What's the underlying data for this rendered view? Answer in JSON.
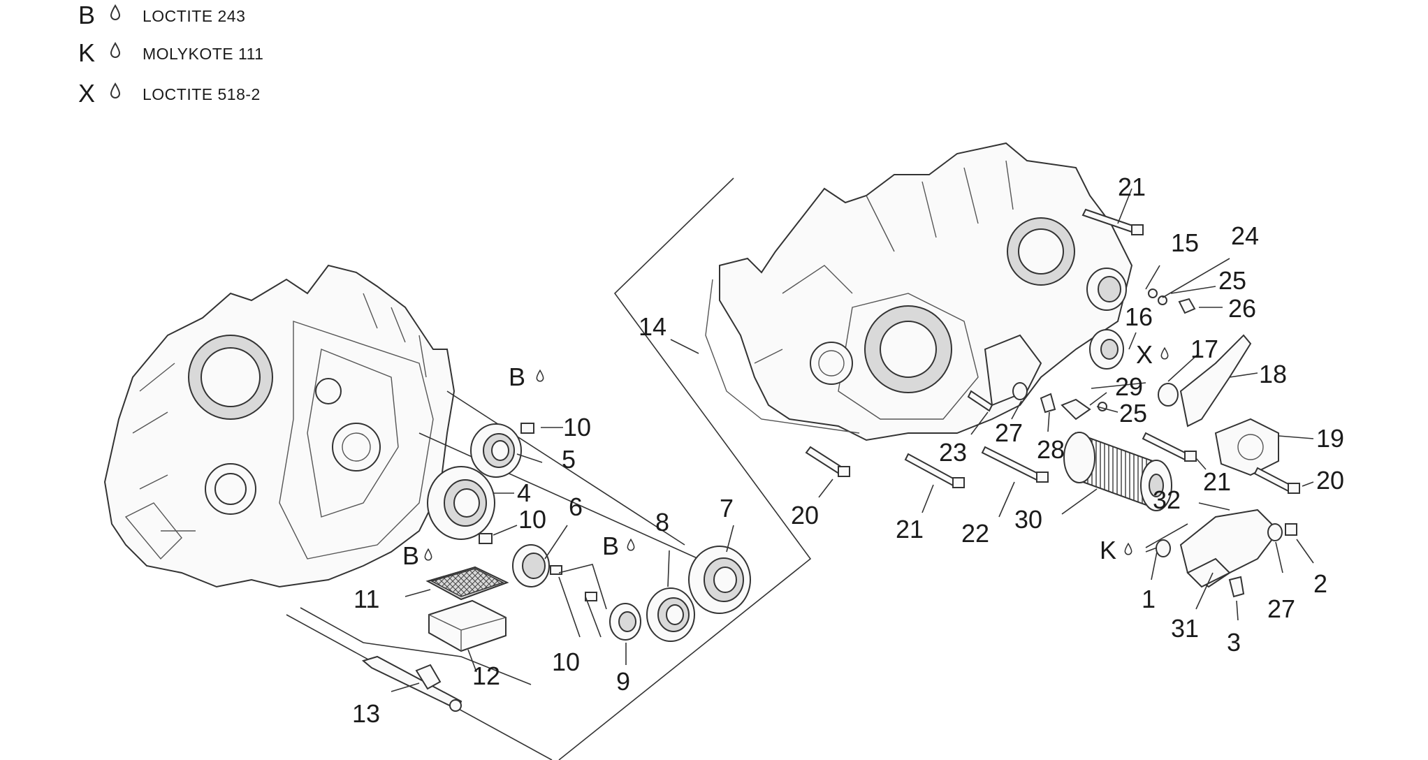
{
  "legend": [
    {
      "code": "B",
      "product": "LOCTITE 243"
    },
    {
      "code": "K",
      "product": "MOLYKOTE 111"
    },
    {
      "code": "X",
      "product": "LOCTITE 518-2"
    }
  ],
  "callouts": {
    "c1": "1",
    "c2": "2",
    "c3": "3",
    "c4": "4",
    "c5": "5",
    "c6": "6",
    "c7": "7",
    "c8": "8",
    "c9": "9",
    "c10a": "10",
    "c10b": "10",
    "c10c": "10",
    "c11": "11",
    "c12": "12",
    "c13": "13",
    "c14": "14",
    "c15": "15",
    "c16": "16",
    "c17": "17",
    "c18": "18",
    "c19": "19",
    "c20a": "20",
    "c20b": "20",
    "c21a": "21",
    "c21b": "21",
    "c21c": "21",
    "c22": "22",
    "c23": "23",
    "c24": "24",
    "c25a": "25",
    "c25b": "25",
    "c26": "26",
    "c27a": "27",
    "c27b": "27",
    "c28": "28",
    "c29": "29",
    "c30": "30",
    "c31": "31",
    "c32": "32",
    "bA": "B",
    "bB": "B",
    "bC": "B",
    "kA": "K",
    "xA": "X"
  },
  "icons": {
    "drop": "drop-icon"
  }
}
